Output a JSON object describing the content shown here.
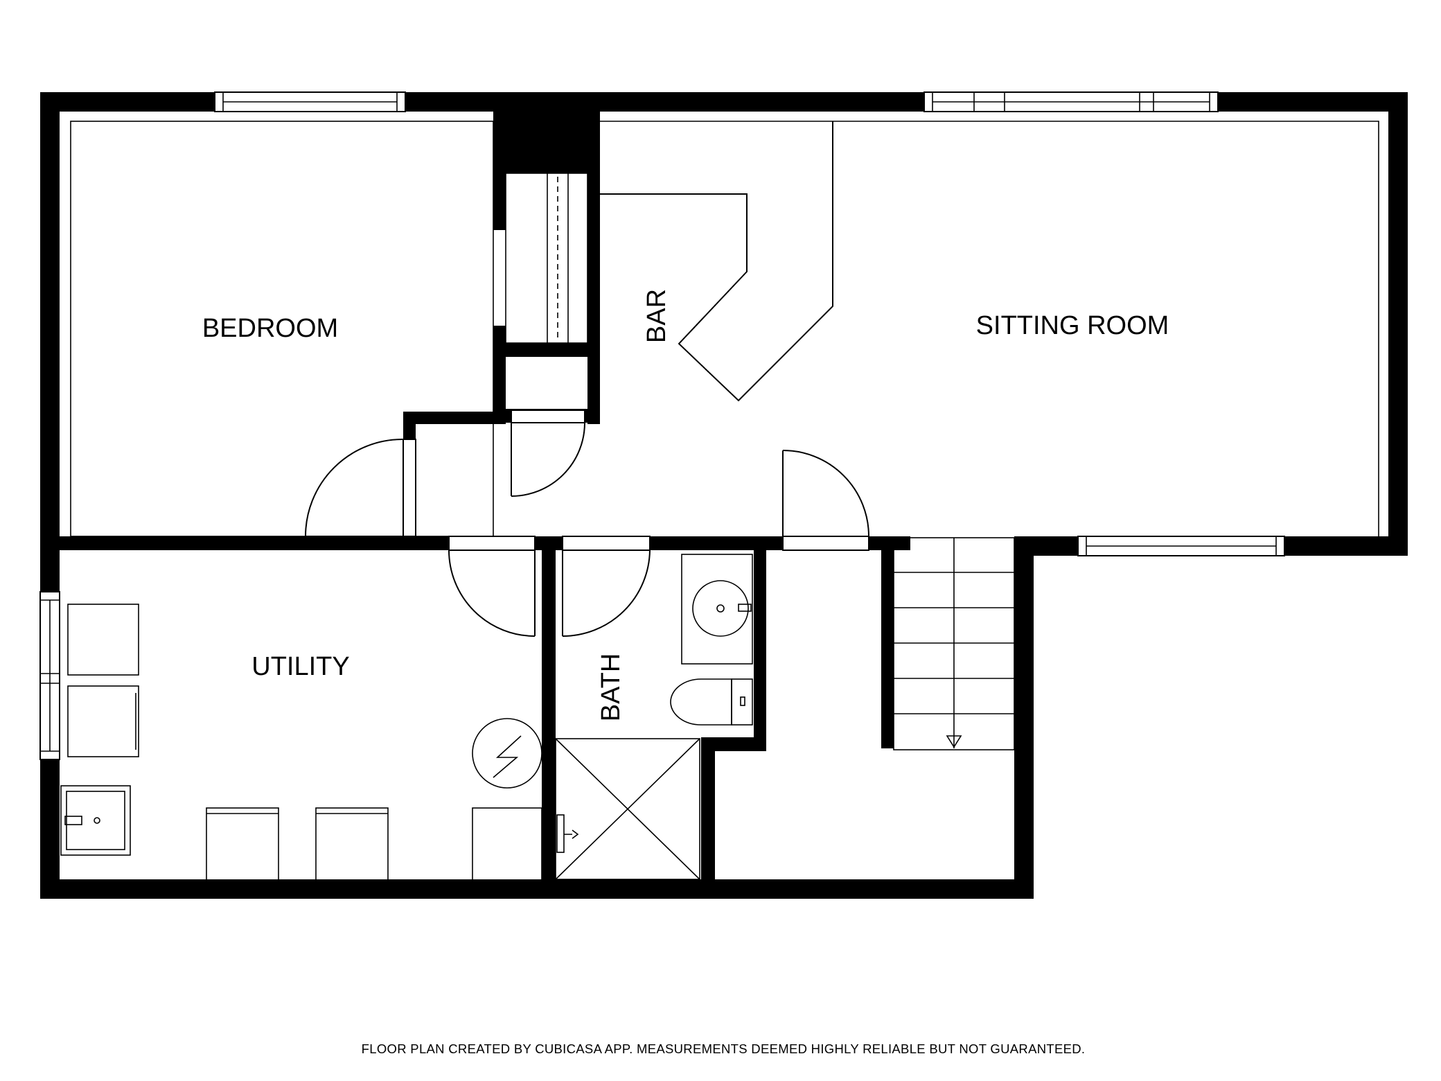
{
  "floor_plan": {
    "rooms": {
      "bedroom": "BEDROOM",
      "bar": "BAR",
      "sitting_room": "SITTING ROOM",
      "utility": "UTILITY",
      "bath": "BATH"
    },
    "footer_note": "FLOOR PLAN CREATED BY CUBICASA APP. MEASUREMENTS DEEMED HIGHLY RELIABLE BUT NOT GUARANTEED."
  },
  "colors": {
    "wall": "#000000",
    "background": "#ffffff"
  }
}
